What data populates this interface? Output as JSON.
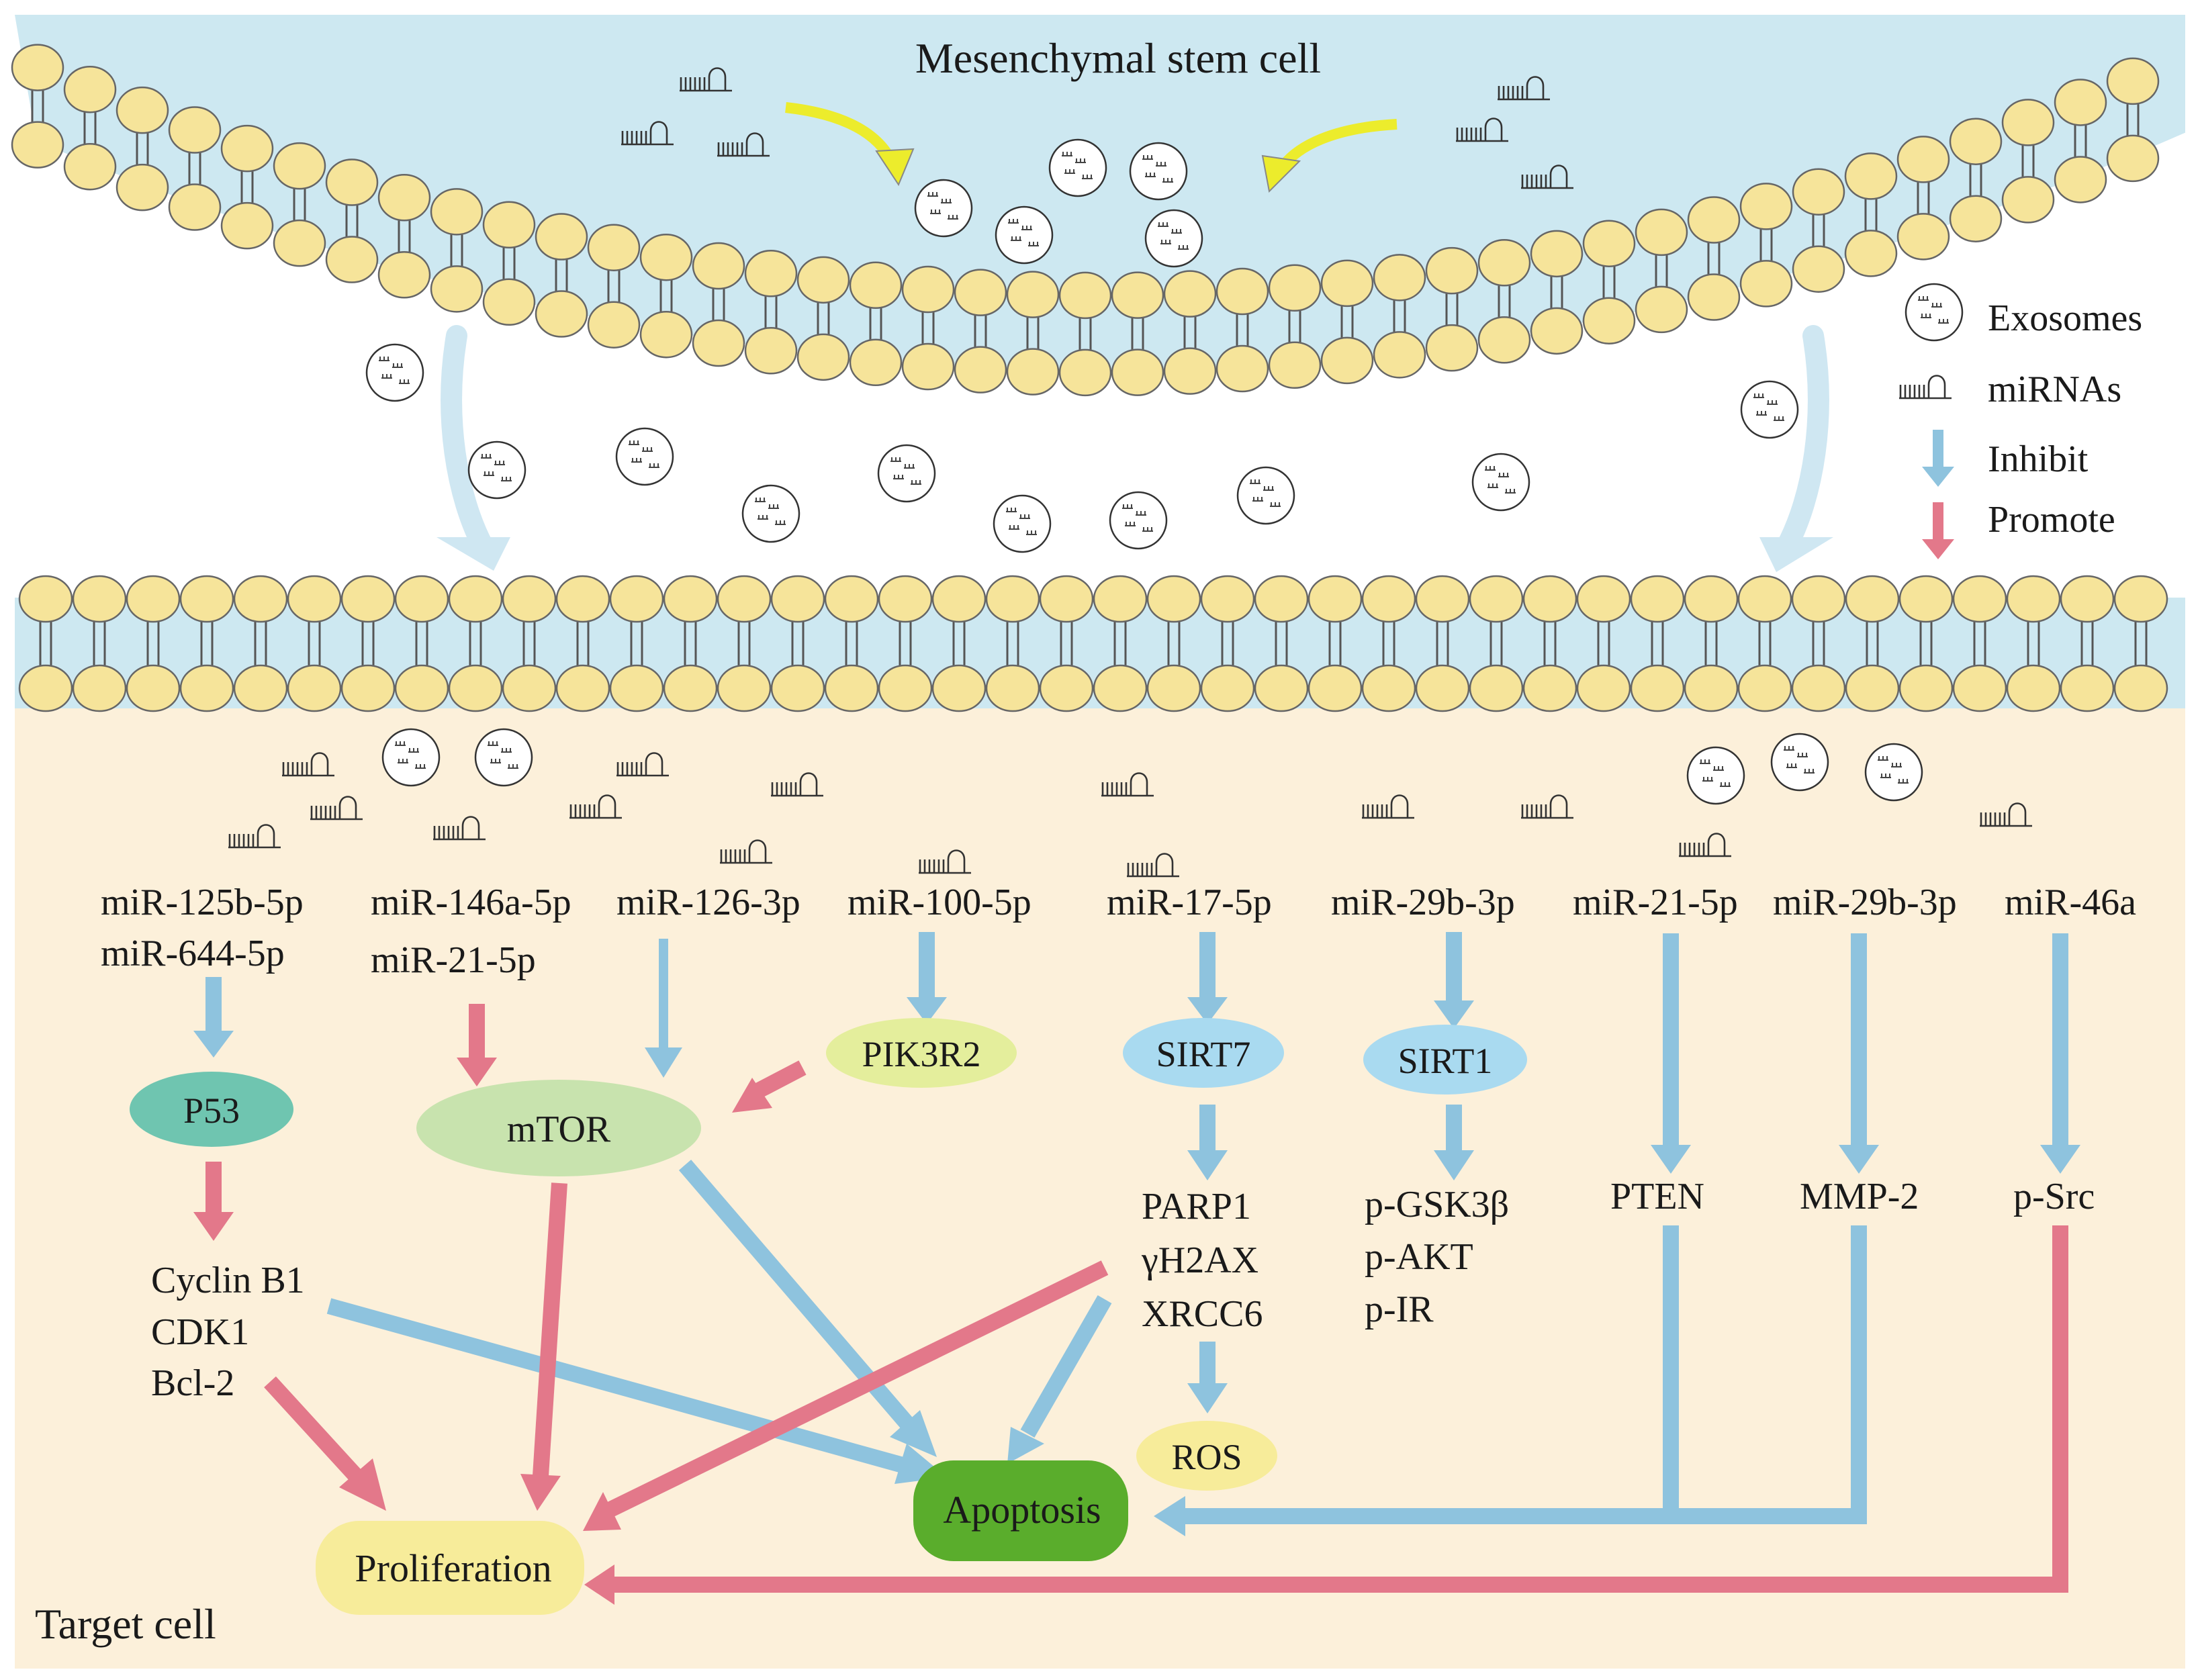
{
  "labels": {
    "top_cell": "Mesenchymal stem cell",
    "target_cell": "Target cell"
  },
  "legend": {
    "exosomes": "Exosomes",
    "mirnas": "miRNAs",
    "inhibit": "Inhibit",
    "promote": "Promote"
  },
  "mirna": {
    "m125b": "miR-125b-5p",
    "m644": "miR-644-5p",
    "m146a": "miR-146a-5p",
    "m21a": "miR-21-5p",
    "m126": "miR-126-3p",
    "m100": "miR-100-5p",
    "m17": "miR-17-5p",
    "m29a": "miR-29b-3p",
    "m21b": "miR-21-5p",
    "m29b": "miR-29b-3p",
    "m46": "miR-46a"
  },
  "nodes": {
    "p53": "P53",
    "mtor": "mTOR",
    "pik3r2": "PIK3R2",
    "sirt7": "SIRT7",
    "sirt1": "SIRT1",
    "ros": "ROS",
    "apoptosis": "Apoptosis",
    "proliferation": "Proliferation"
  },
  "targets": {
    "cyclin": "Cyclin B1",
    "cdk1": "CDK1",
    "bcl2": "Bcl-2",
    "parp1": "PARP1",
    "gh2ax": "γH2AX",
    "xrcc6": "XRCC6",
    "gsk3b": "p-GSK3β",
    "pakt": "p-AKT",
    "pir": "p-IR",
    "pten": "PTEN",
    "mmp2": "MMP-2",
    "psrc": "p-Src"
  },
  "colors": {
    "inhibit": "#8ec3de",
    "promote": "#e3788a",
    "membrane_head": "#f6e49a",
    "stem_cell_fill": "#cde8f1",
    "target_cell_fill": "#fcf0da",
    "p53": "#6fc5b0",
    "mtor": "#c8e3ae",
    "pik3r2": "#e4ee9c",
    "sirt": "#a9daf0",
    "ros": "#f7ec9a",
    "apoptosis": "#5aad2c",
    "proliferation": "#f7ec9a"
  }
}
